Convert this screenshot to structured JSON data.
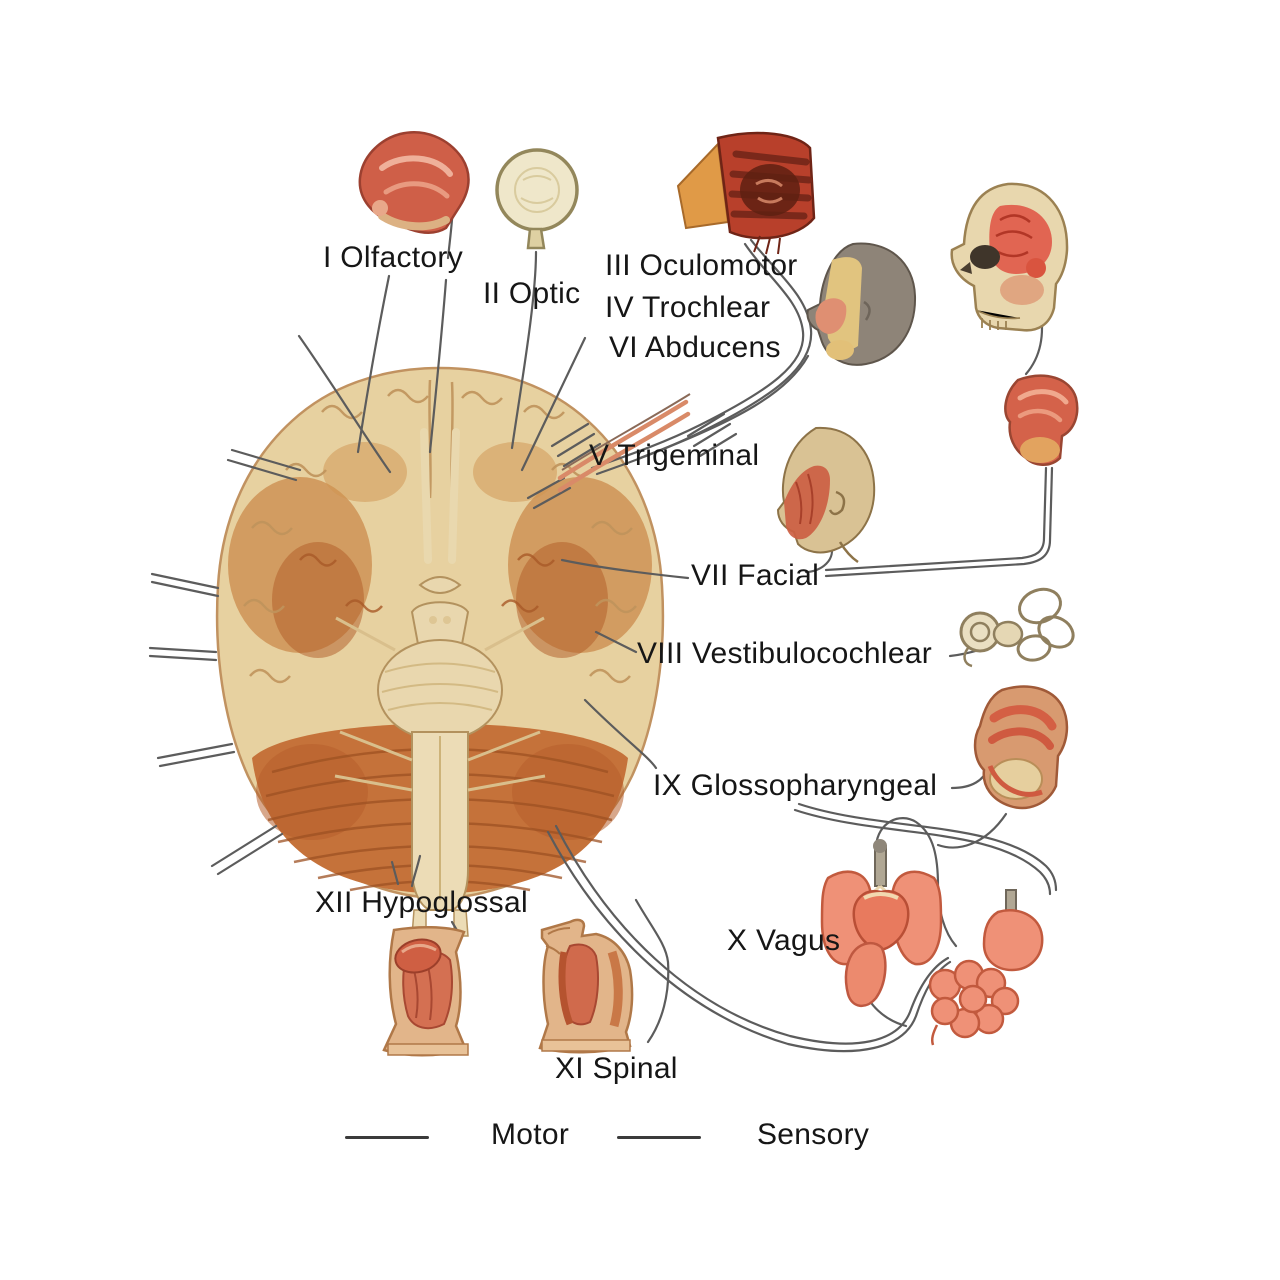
{
  "diagram": {
    "nerve_labels": {
      "olfactory": "I Olfactory",
      "optic": "II Optic",
      "oculomotor": "III Oculomotor",
      "trochlear": "IV Trochlear",
      "abducens": "VI Abducens",
      "trigeminal": "V Trigeminal",
      "facial": "VII Facial",
      "vestibulocochlear": "VIII Vestibulocochlear",
      "glossopharyngeal": "IX Glossopharyngeal",
      "hypoglossal": "XII Hypoglossal",
      "vagus": "X Vagus",
      "spinal_accessory": "XI Spinal"
    },
    "legend": {
      "motor": "Motor",
      "sensory": "Sensory"
    },
    "organ_icons": [
      "nasal-cavity-icon",
      "eyeball-icon",
      "extraocular-muscles-icon",
      "head-skin-profile-icon",
      "skull-with-brain-icon",
      "nasal-mucosa-icon",
      "facial-muscles-head-icon",
      "inner-ear-icon",
      "oral-cavity-tongue-icon",
      "thoracic-abdominal-organs-icon",
      "neck-with-tongue-icon",
      "neck-shoulder-muscles-icon",
      "brain-inferior-view-icon"
    ],
    "colors": {
      "background": "#ffffff",
      "label_text": "#161616",
      "nerve_line": "#5c5c5c",
      "trigeminal_band": "#d98a68",
      "brain_cortex": "#e7d1a0",
      "brain_orange": "#c67f3f",
      "brain_deep_orange": "#b05a26",
      "cerebellum": "#c5723a",
      "brainstem": "#e9d7ae",
      "organ_salmon": "#ef9177",
      "organ_red": "#cf5f48",
      "bone": "#e8d7ae",
      "gray_head": "#8e8478"
    }
  }
}
